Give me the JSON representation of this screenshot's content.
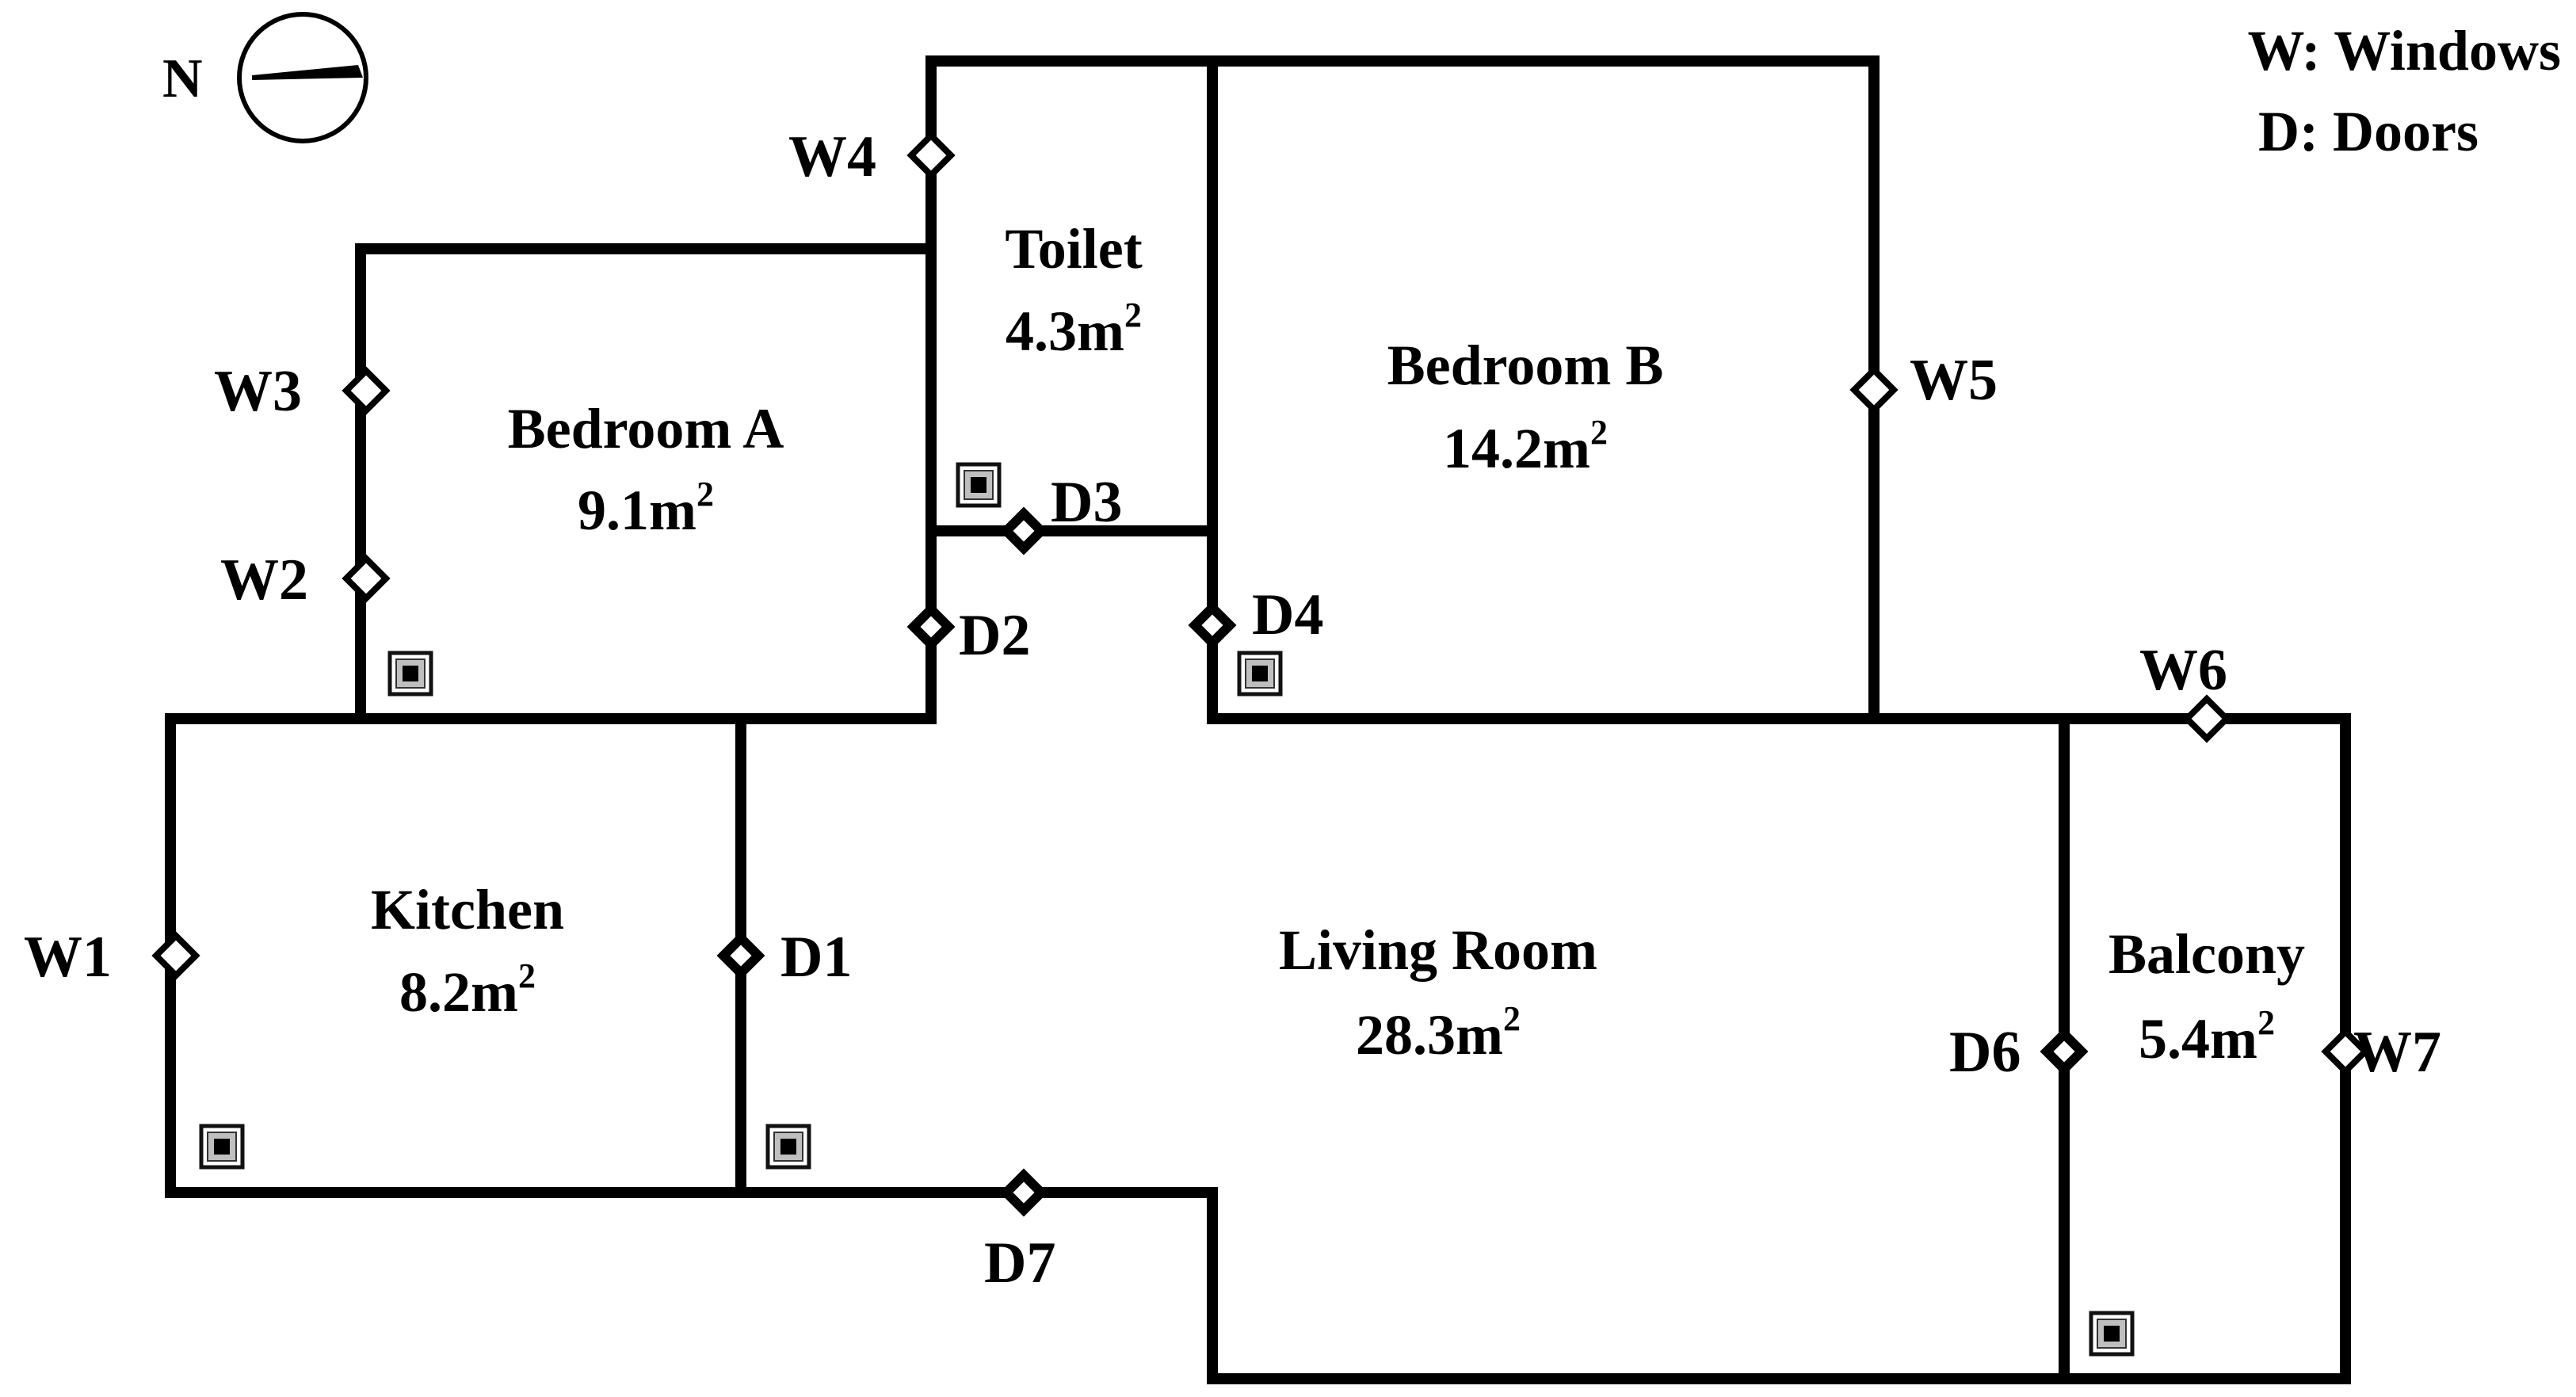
{
  "legend": {
    "windows": "W: Windows",
    "doors": "D: Doors"
  },
  "compass": {
    "label": "N",
    "icon": "compass-icon"
  },
  "rooms": {
    "toilet": {
      "name": "Toilet",
      "area": "4.3",
      "unit": "m",
      "exp": "2"
    },
    "bedroom_b": {
      "name": "Bedroom B",
      "area": "14.2",
      "unit": "m",
      "exp": "2"
    },
    "bedroom_a": {
      "name": "Bedroom A",
      "area": "9.1",
      "unit": "m",
      "exp": "2"
    },
    "kitchen": {
      "name": "Kitchen",
      "area": "8.2",
      "unit": "m",
      "exp": "2"
    },
    "living": {
      "name": "Living Room",
      "area": "28.3",
      "unit": "m",
      "exp": "2"
    },
    "balcony": {
      "name": "Balcony",
      "area": "5.4",
      "unit": "m",
      "exp": "2"
    }
  },
  "windows": [
    "W1",
    "W2",
    "W3",
    "W4",
    "W5",
    "W6",
    "W7"
  ],
  "doors": [
    "D1",
    "D2",
    "D3",
    "D4",
    "D6",
    "D7"
  ],
  "colors": {
    "wall": "#000000",
    "background": "#ffffff",
    "sensor_fill": "#bfbfbf"
  }
}
